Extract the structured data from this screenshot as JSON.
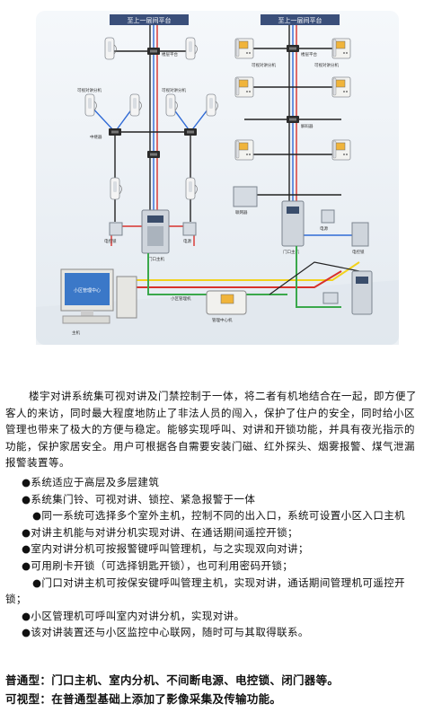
{
  "diagram": {
    "header_left": "至上一层间平台",
    "header_right": "至上一层间平台",
    "monitor_label": "小区管理中心",
    "left_column_labels": [
      "楼层平台",
      "可视对讲分机",
      "可视对讲分机",
      "中继器",
      "门口主机",
      "电源",
      "电控锁",
      "小区管理机",
      "主机"
    ],
    "right_column_labels": [
      "楼层平台",
      "可视对讲分机",
      "可视对讲分机",
      "解码器",
      "门口主机",
      "联网器",
      "电源",
      "电控锁",
      "管理中心机"
    ]
  },
  "text": {
    "paragraph": "楼宇对讲系统集可视对讲及门禁控制于一体，将二者有机地结合在一起，即方便了客人的来访，同时最大程度地防止了非法人员的闯入，保护了住户的安全，同时给小区管理也带来了极大的方便与稳定。能够实现呼叫、对讲和开锁功能，并具有夜光指示的功能，保护家居安全。用户可根据各自需要安装门磁、红外探头、烟雾报警、煤气泄漏报警装置等。",
    "bullets_a": [
      "●系统适应于高层及多层建筑",
      "●系统集门铃、可视对讲、锁控、紧急报警于一体",
      "●同一系统可选择多个室外主机，控制不同的出入口，系统可设置小区入口主机"
    ],
    "bullets_b": [
      "●对讲主机能与对讲分机实现对讲、在通话期间遥控开锁；",
      "●室内对讲分机可按报警键呼叫管理机，与之实现双向对讲；",
      "●可用刷卡开锁（可选择钥匙开锁），也可利用密码开锁；",
      "●门口对讲主机可按保安键呼叫管理主机，实现对讲，通话期间管理机可遥控开锁；",
      "●小区管理机可呼叫室内对讲分机，实现对讲。",
      "●该对讲装置还与小区监控中心联网，随时可与其取得联系。"
    ],
    "line_normal": "普通型：门口主机、室内分机、不间断电源、电控锁、闭门器等。",
    "line_visual": "可视型：在普通型基础上添加了影像采集及传输功能。"
  },
  "colors": {
    "yellow": "#f2d21c",
    "red": "#d8322c",
    "green": "#3aa84b",
    "blue": "#2f6ad6",
    "black": "#222222",
    "panel": "#eef2f6"
  }
}
